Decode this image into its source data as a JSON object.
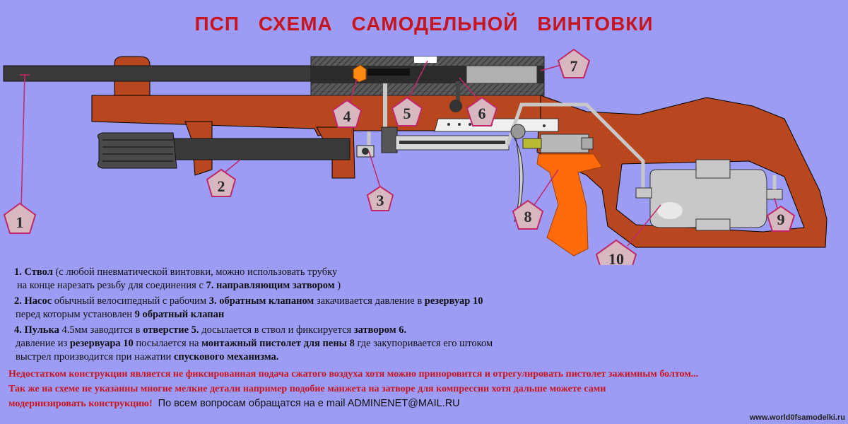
{
  "title": "ПСП    СХЕМА    САМОДЕЛЬНОЙ    ВИНТОВКИ",
  "callouts": [
    "1",
    "2",
    "3",
    "4",
    "5",
    "6",
    "7",
    "8",
    "9",
    "10"
  ],
  "description": {
    "item1_num": "1.",
    "item1_name": "Ствол",
    "item1_text": " (с любой пневматической винтовки, можно использовать трубку",
    "item1_cont": "на конце нарезать резьбу для соединения с ",
    "item1_ref": "7. направляющим затвором",
    "item1_end": " )",
    "item2_num": "2.",
    "item2_name": "Насос",
    "item2_text": " обычный велосипедный с рабочим ",
    "item2_ref": "3. обратным клапаном",
    "item2_text2": " закачивается давление в ",
    "item2_ref2": "резервуар 10",
    "item2_cont": "перед которым установлен ",
    "item2_ref3": "9 обратный клапан",
    "item4_num": "4.",
    "item4_name": "Пулька",
    "item4_text": " 4.5мм заводится в ",
    "item4_ref": "отверстие 5.",
    "item4_text2": " досылается в ствол и фиксируется ",
    "item4_ref2": "затвором 6.",
    "item4_line2a": "давление из ",
    "item4_line2b": "резервуара 10",
    "item4_line2c": "  посылается на ",
    "item4_line2d": "монтажный пистолет для пены 8",
    "item4_line2e": " где закупоривается его штоком",
    "item4_line3a": "выстрел производится при нажатии ",
    "item4_line3b": "спускового механизма."
  },
  "notes": {
    "line1": "Недостатком конструкции является не фиксированная подача сжатого воздуха хотя можно приноровится и отрегулировать пистолет зажимным болтом...",
    "line2": " Так же на схеме не указанны многие мелкие детали например подобие манжета на затворе для компрессии хотя дальше можете сами",
    "line3": "модернизировать конструкцию!",
    "contact": "По всем вопросам обращатся на е mail ADMINENET@MAIL.RU"
  },
  "footer_url": "www.world0fsamodelki.ru",
  "colors": {
    "background": "#9c9cf4",
    "stock": "#b8461e",
    "barrel": "#3a3a3a",
    "callout_fill": "#d8b8c0",
    "leader": "#c0286a",
    "title": "#c8141e",
    "trigger_grip": "#ff6a0a"
  }
}
